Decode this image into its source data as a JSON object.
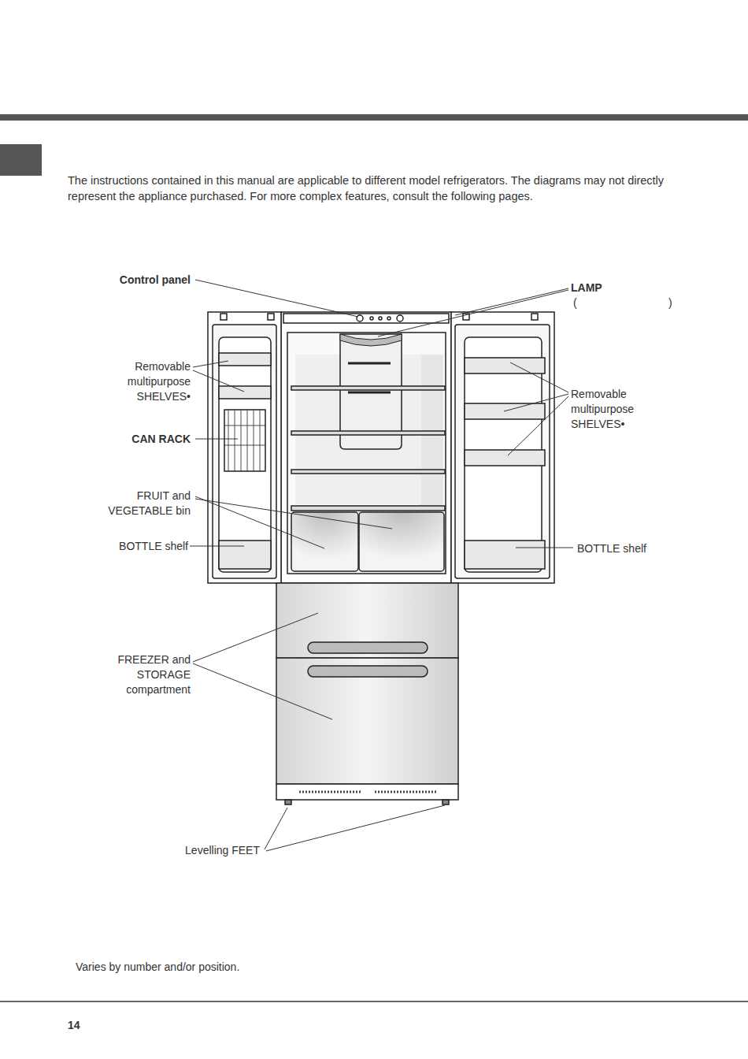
{
  "diagram": {
    "labels": [
      "The instructions contained in this manual are applicable to different model refrigerators. The diagrams may not directly represent the appliance purchased. For more complex features, consult the following pages.",
      "Control panel",
      "LAMP",
      "(",
      ")",
      "Removable multipurpose SHELVES•",
      "CAN RACK",
      "FRUIT and VEGETABLE bin",
      "BOTTLE shelf",
      "Removable multipurpose SHELVES•",
      "BOTTLE shelf",
      "FREEZER and STORAGE compartment",
      "Levelling FEET",
      "Varies by number and/or position.",
      "14"
    ]
  }
}
